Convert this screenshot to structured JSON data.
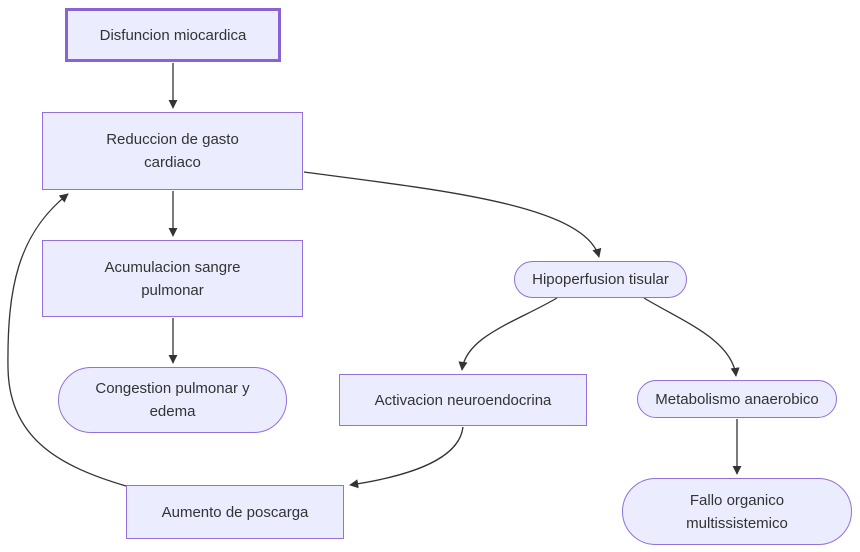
{
  "diagram": {
    "type": "flowchart",
    "direction": "top-down",
    "background": "#ffffff",
    "node_fill": "#ECECFF",
    "node_border_color": "#9370DB",
    "start_node_border_color": "#8A63D2",
    "text_color": "#333333",
    "edge_color": "#333333",
    "nodes": {
      "disfuncion": {
        "label": "Disfuncion miocardica",
        "shape": "rectangle-thick-border"
      },
      "reduccion": {
        "label": "Reduccion de gasto cardiaco",
        "shape": "rectangle"
      },
      "acumulacion": {
        "label": "Acumulacion sangre pulmonar",
        "shape": "rectangle"
      },
      "congestion": {
        "label": "Congestion pulmonar y edema",
        "shape": "stadium"
      },
      "hipoperfusion": {
        "label": "Hipoperfusion tisular",
        "shape": "stadium"
      },
      "activacion": {
        "label": "Activacion neuroendocrina",
        "shape": "rectangle"
      },
      "metabolismo": {
        "label": "Metabolismo anaerobico",
        "shape": "stadium"
      },
      "aumento": {
        "label": "Aumento de poscarga",
        "shape": "rectangle"
      },
      "fallo": {
        "label": "Fallo organico multissistemico",
        "shape": "stadium"
      }
    },
    "edges": [
      {
        "from": "disfuncion",
        "to": "reduccion"
      },
      {
        "from": "reduccion",
        "to": "acumulacion"
      },
      {
        "from": "reduccion",
        "to": "hipoperfusion"
      },
      {
        "from": "acumulacion",
        "to": "congestion"
      },
      {
        "from": "hipoperfusion",
        "to": "activacion"
      },
      {
        "from": "hipoperfusion",
        "to": "metabolismo"
      },
      {
        "from": "activacion",
        "to": "aumento"
      },
      {
        "from": "aumento",
        "to": "reduccion"
      },
      {
        "from": "metabolismo",
        "to": "fallo"
      }
    ]
  }
}
